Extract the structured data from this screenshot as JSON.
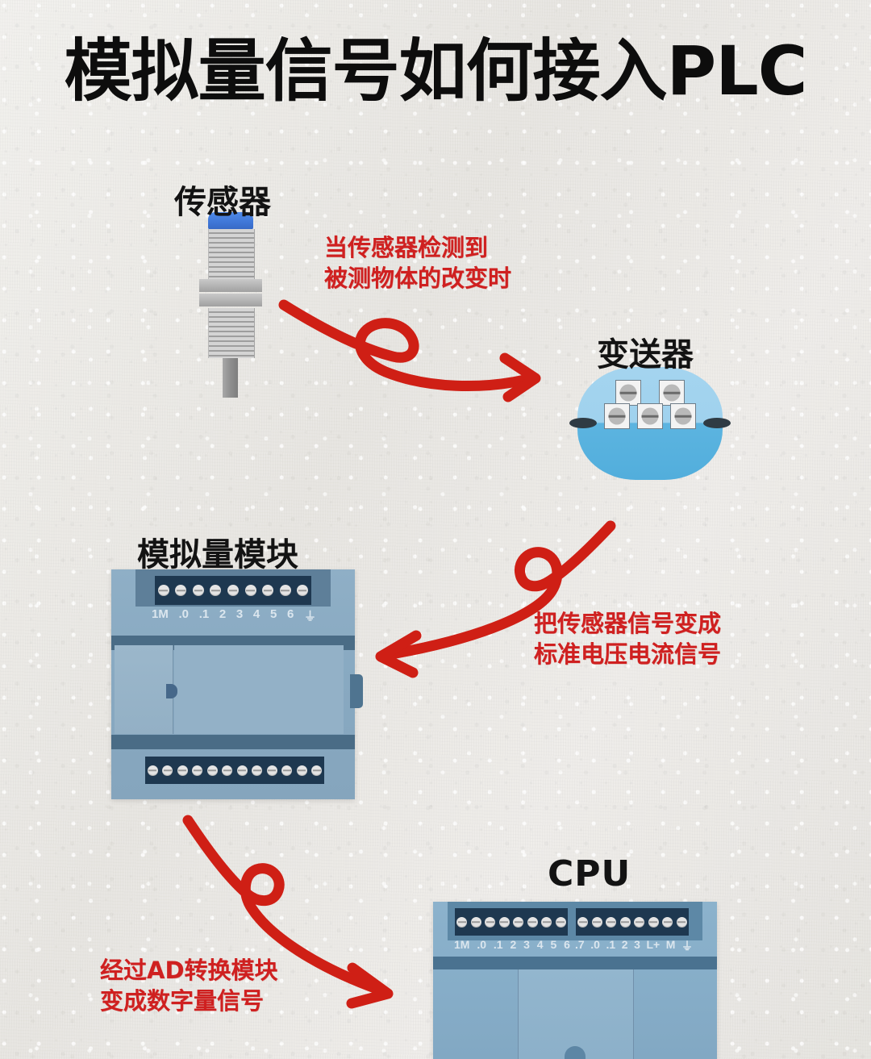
{
  "poster": {
    "title": "模拟量信号如何接入PLC",
    "background_color": "#eceae6",
    "accent_red": "#cf2020",
    "device_blue": "#8fafc6"
  },
  "devices": {
    "sensor": {
      "label": "传感器",
      "icon": "cylindrical-proximity-sensor",
      "cap_color": "#3f76d6"
    },
    "transmitter": {
      "label": "变送器",
      "icon": "round-transmitter-head",
      "body_color": "#5cb4e0",
      "terminal_count": 5
    },
    "analog_module": {
      "label": "模拟量模块",
      "icon": "plc-analog-input-module",
      "top_terminal_labels": [
        "1M",
        ".0",
        ".1",
        "2",
        "3",
        "4",
        "5",
        "6",
        "⏚"
      ],
      "top_screw_count": 9,
      "bottom_screw_count": 12
    },
    "cpu": {
      "label": "CPU",
      "icon": "plc-cpu-module",
      "left_terminal_labels": [
        "1M",
        ".0",
        ".1",
        "2",
        "3",
        "4",
        "5",
        "6"
      ],
      "right_terminal_labels": [
        ".7",
        ".0",
        ".1",
        "2",
        "3",
        "L+",
        "M",
        "⏚"
      ],
      "left_screw_count": 8,
      "right_screw_count": 8
    }
  },
  "annotations": [
    {
      "id": "note-1",
      "line1": "当传感器检测到",
      "line2": "被测物体的改变时",
      "arrow": "curly-arrow-right"
    },
    {
      "id": "note-2",
      "line1": "把传感器信号变成",
      "line2": "标准电压电流信号",
      "arrow": "curly-arrow-left"
    },
    {
      "id": "note-3",
      "line1": "经过AD转换模块",
      "line2": "变成数字量信号",
      "arrow": "curly-arrow-down-right"
    }
  ]
}
